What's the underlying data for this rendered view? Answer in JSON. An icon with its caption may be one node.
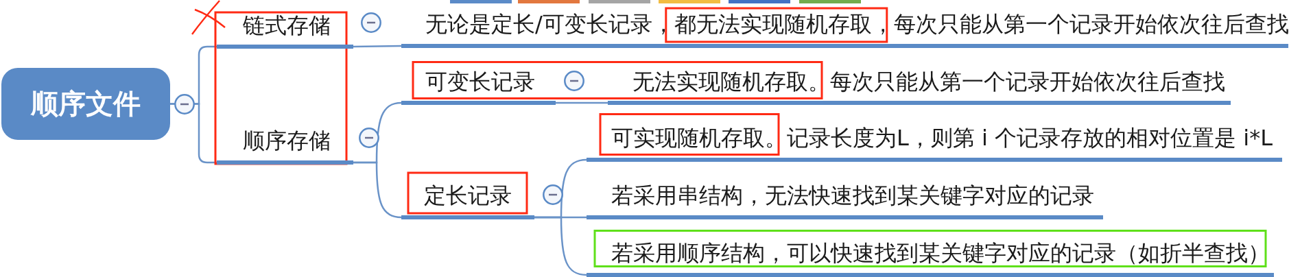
{
  "diagram": {
    "nodes": [
      {
        "text": [
          "顺序文件"
        ]
      },
      {
        "text": [
          "链式存储"
        ]
      },
      {
        "text": [
          "无论是定长/可变长记录，都无法实现随机存取，每次只能从第一个记录开始依次往后查找"
        ]
      },
      {
        "text": [
          "顺序存储"
        ]
      },
      {
        "text": [
          "可变长记录"
        ]
      },
      {
        "text": [
          "无法实现随机存取。每次只能从第一个记录开始依次往后查找"
        ]
      },
      {
        "text": [
          "定长记录"
        ]
      },
      {
        "text": [
          "可实现随机存取。记录长度为L，则第 i 个记录存放的相对位置是 i*L"
        ]
      },
      {
        "text": [
          "若采用串结构，无法快速找到某关键字对应的记录"
        ]
      },
      {
        "text": [
          "若采用顺序结构，可以快速找到某关键字对应的记录（如折半查找）"
        ]
      }
    ],
    "edges": [
      {
        "from": 0,
        "to": 1,
        "arrow": "none"
      },
      {
        "from": 0,
        "to": 3,
        "arrow": "none"
      },
      {
        "from": 1,
        "to": 2,
        "arrow": "none"
      },
      {
        "from": 3,
        "to": 4,
        "arrow": "none"
      },
      {
        "from": 3,
        "to": 6,
        "arrow": "none"
      },
      {
        "from": 4,
        "to": 5,
        "arrow": "none"
      },
      {
        "from": 6,
        "to": 7,
        "arrow": "none"
      },
      {
        "from": 6,
        "to": 8,
        "arrow": "none"
      },
      {
        "from": 6,
        "to": 9,
        "arrow": "none"
      }
    ]
  }
}
